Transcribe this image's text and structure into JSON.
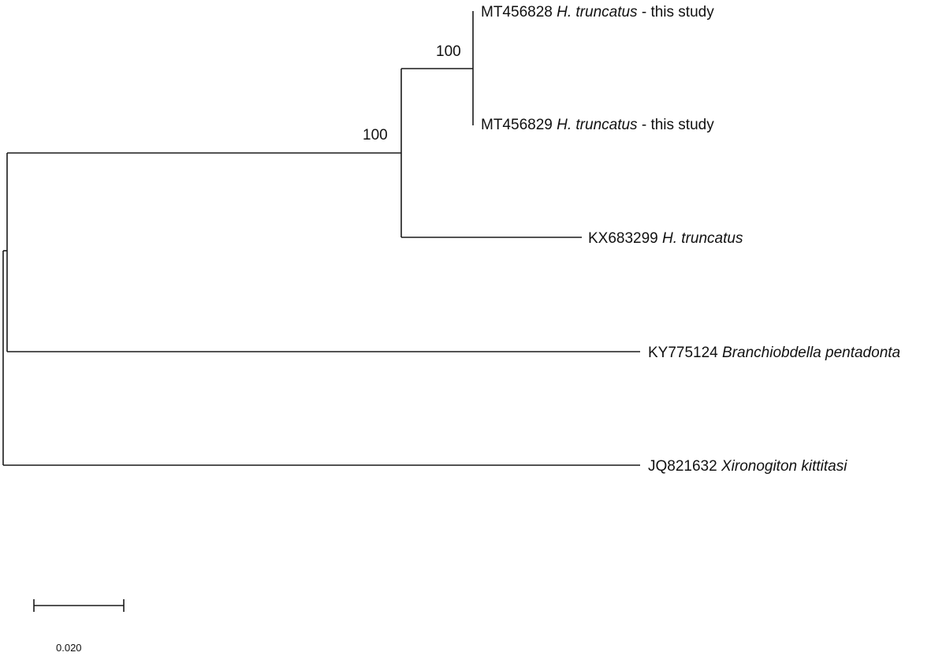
{
  "tree": {
    "tips": [
      {
        "id": "t1",
        "accession": "MT456828",
        "species": "H. truncatus",
        "suffix": " - this study"
      },
      {
        "id": "t2",
        "accession": "MT456829",
        "species": "H. truncatus",
        "suffix": " - this study"
      },
      {
        "id": "t3",
        "accession": "KX683299",
        "species": "H. truncatus",
        "suffix": ""
      },
      {
        "id": "t4",
        "accession": "KY775124",
        "species": "Branchiobdella pentadonta",
        "suffix": ""
      },
      {
        "id": "t5",
        "accession": "JQ821632",
        "species": "Xironogiton kittitasi",
        "suffix": ""
      }
    ],
    "support_values": [
      {
        "node": "mt-clade",
        "value": "100"
      },
      {
        "node": "htruncatus-clade",
        "value": "100"
      }
    ]
  },
  "scale_bar": {
    "label": "0.020"
  }
}
